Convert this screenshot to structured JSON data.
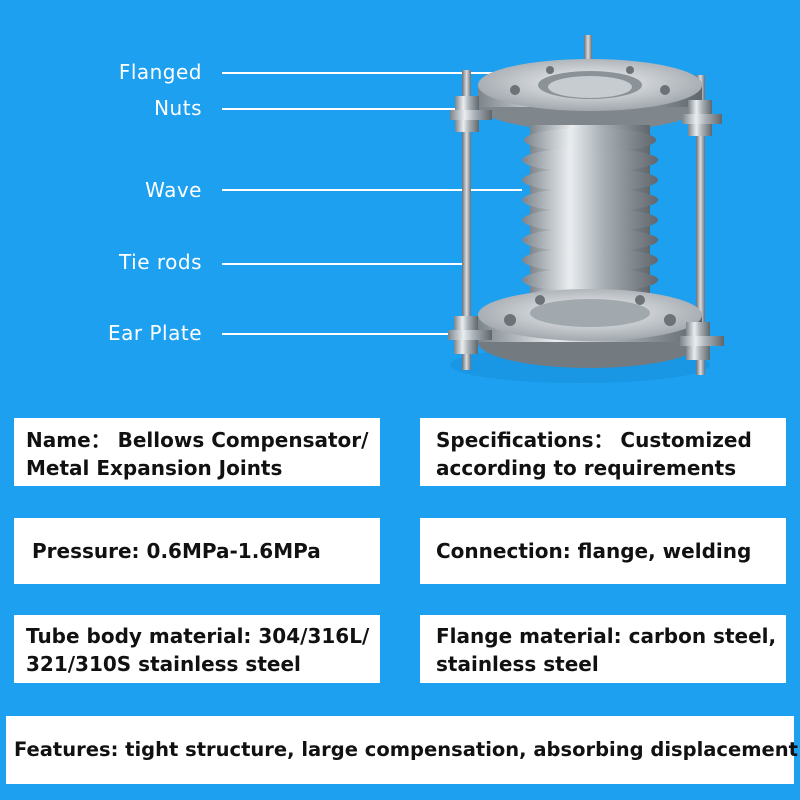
{
  "callouts": {
    "flanged": "Flanged",
    "nuts": "Nuts",
    "wave": "Wave",
    "tie_rods": "Tie rods",
    "ear_plate": "Ear Plate"
  },
  "cards": {
    "name_line1": "Name： Bellows Compensator/",
    "name_line2": "Metal Expansion Joints",
    "spec_line1": "Specifications： Customized",
    "spec_line2": "according to requirements",
    "pressure": "Pressure: 0.6MPa-1.6MPa",
    "connection": "Connection: flange, welding",
    "tube_line1": "Tube body material: 304/316L/",
    "tube_line2": "321/310S stainless steel",
    "flange_line1": "Flange material: carbon steel,",
    "flange_line2": "stainless steel",
    "features": "Features: tight structure, large compensation, absorbing displacement"
  },
  "colors": {
    "background": "#1da0f0",
    "card": "#ffffff",
    "metal": "#b9bfc4"
  },
  "product_image": "bellows-compensator-photo"
}
